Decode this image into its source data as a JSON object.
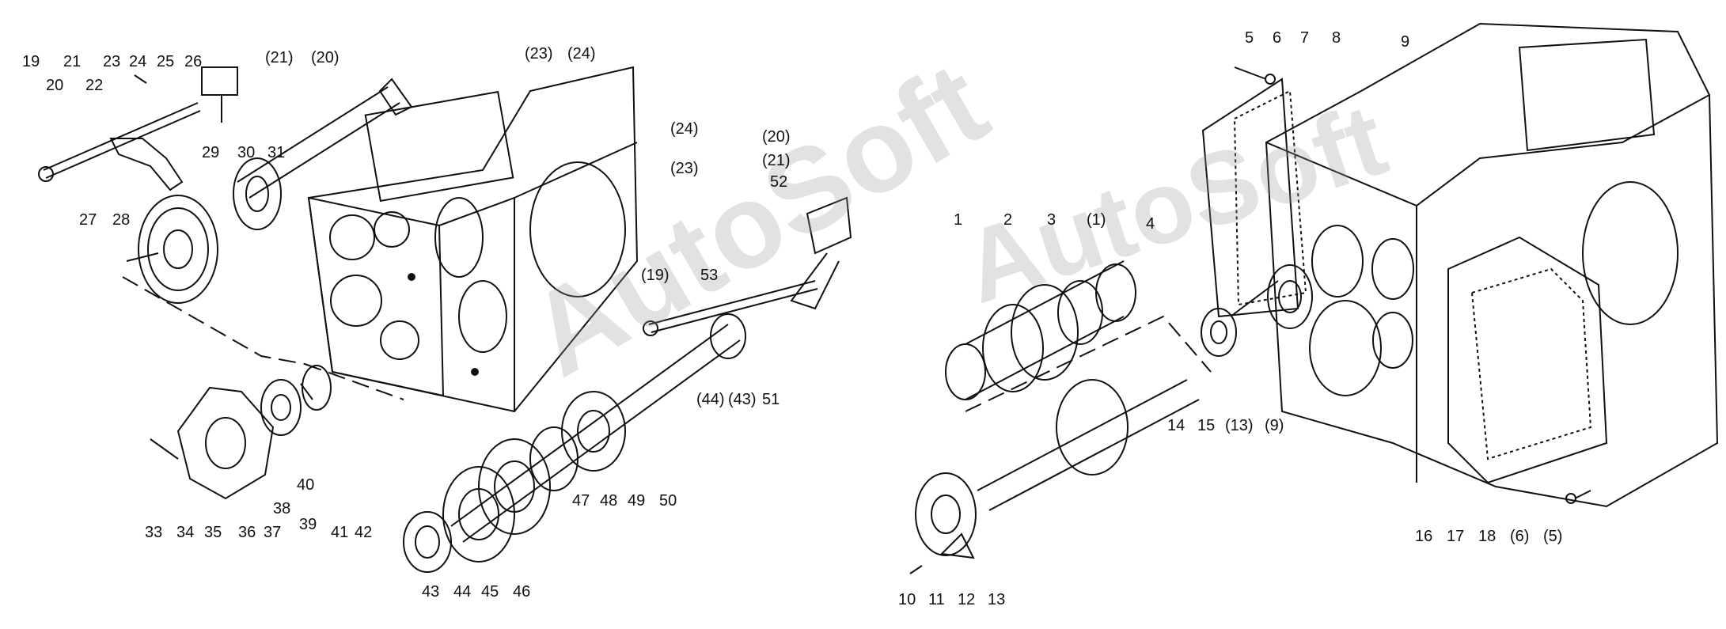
{
  "watermark": "AutoSoft",
  "colors": {
    "ink": "#111111",
    "paper": "#ffffff",
    "watermark": "#969696"
  },
  "labels": {
    "left": [
      "19",
      "20",
      "21",
      "22",
      "23",
      "24",
      "25",
      "26",
      "(21)",
      "(20)",
      "29",
      "30",
      "31",
      "27",
      "28",
      "(23)",
      "(24)",
      "(24)",
      "(23)",
      "(20)",
      "(21)",
      "52",
      "(19)",
      "53",
      "(44)",
      "(43)",
      "51",
      "33",
      "34",
      "35",
      "36",
      "37",
      "38",
      "39",
      "40",
      "41",
      "42",
      "47",
      "48",
      "49",
      "50",
      "43",
      "44",
      "45",
      "46"
    ],
    "right": [
      "5",
      "6",
      "7",
      "8",
      "9",
      "1",
      "2",
      "3",
      "(1)",
      "4",
      "14",
      "15",
      "(13)",
      "(9)",
      "16",
      "17",
      "18",
      "(6)",
      "(5)",
      "10",
      "11",
      "12",
      "13"
    ]
  }
}
